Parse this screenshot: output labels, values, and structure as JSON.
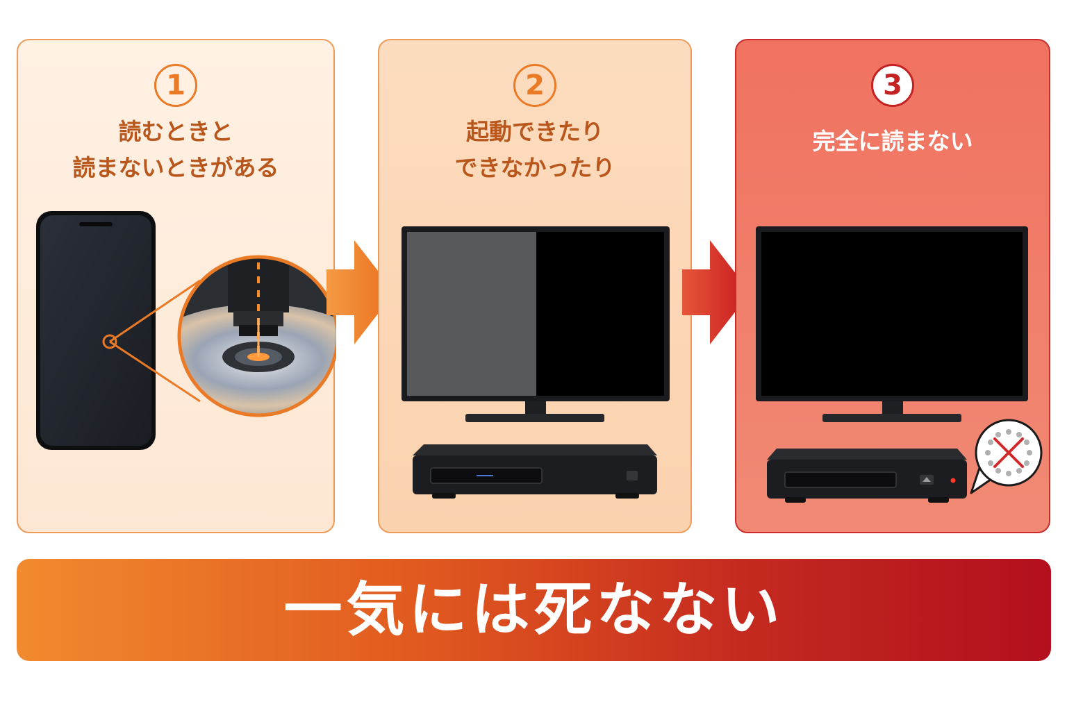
{
  "steps": [
    {
      "number": "1",
      "title_lines": [
        "読むときと",
        "読まないときがある"
      ]
    },
    {
      "number": "2",
      "title_lines": [
        "起動できたり",
        "できなかったり"
      ]
    },
    {
      "number": "3",
      "title_lines": [
        "完全に読まない"
      ]
    }
  ],
  "conclusion": "一気には死なない",
  "icons": {
    "step1": [
      "smartphone-icon",
      "laser-disc-closeup-icon"
    ],
    "step2": [
      "monitor-half-dark-icon",
      "disc-player-icon"
    ],
    "step3": [
      "monitor-blank-icon",
      "disc-player-icon",
      "disc-error-bubble-icon"
    ],
    "arrows": [
      "arrow-right-icon",
      "arrow-right-icon"
    ]
  },
  "colors": {
    "orange": "#ea7a25",
    "red": "#c42222",
    "panel1": "#fff1e4",
    "panel2": "#fcdcbf",
    "panel3": "#f07260"
  }
}
